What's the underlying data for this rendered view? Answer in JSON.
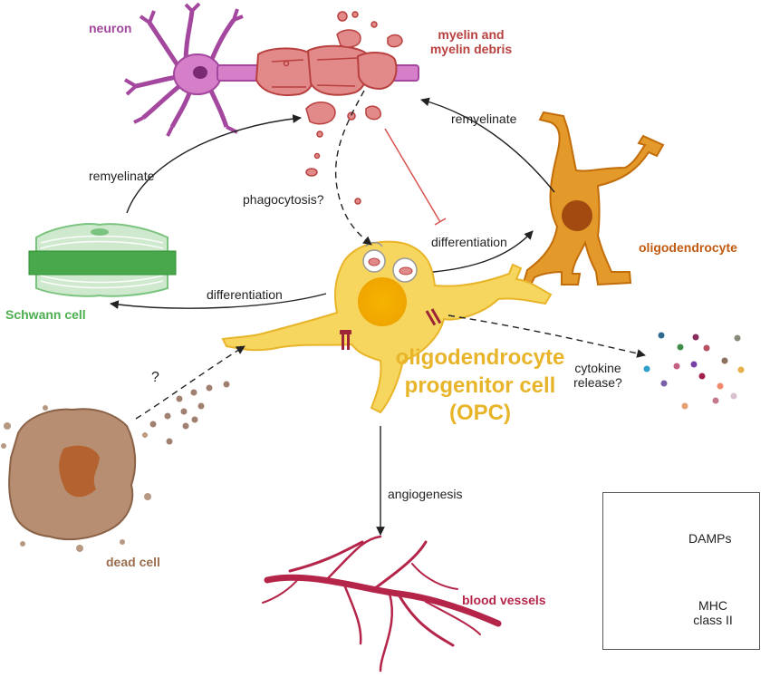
{
  "labels": {
    "neuron": "neuron",
    "myelin_line1": "myelin and",
    "myelin_line2": "myelin debris",
    "remyelinate_left": "remyelinate",
    "remyelinate_right": "remyelinate",
    "phagocytosis": "phagocytosis?",
    "differentiation_right": "differentiation",
    "differentiation_left": "differentiation",
    "oligodendrocyte": "oligodendrocyte",
    "schwann_cell": "Schwann cell",
    "opc_line1": "oligodendrocyte",
    "opc_line2": "progenitor cell",
    "opc_line3": "(OPC)",
    "question_mark": "?",
    "cytokine_line1": "cytokine",
    "cytokine_line2": "release?",
    "angiogenesis": "angiogenesis",
    "dead_cell": "dead cell",
    "blood_vessels": "blood vessels"
  },
  "legend": {
    "damps": "DAMPs",
    "mhc_line1": "MHC",
    "mhc_line2": "class II"
  },
  "colors": {
    "neuron": "#a4479e",
    "myelin": "#b8413f",
    "schwann": "#4caf50",
    "oligodendrocyte": "#c25a10",
    "opc_text": "#e8b52a",
    "opc_cell": "#f6cf3c",
    "dead_cell": "#9a6e4f",
    "blood_vessels": "#b5254a",
    "mhc": "#9c2436",
    "inhibition": "#d9534f"
  }
}
